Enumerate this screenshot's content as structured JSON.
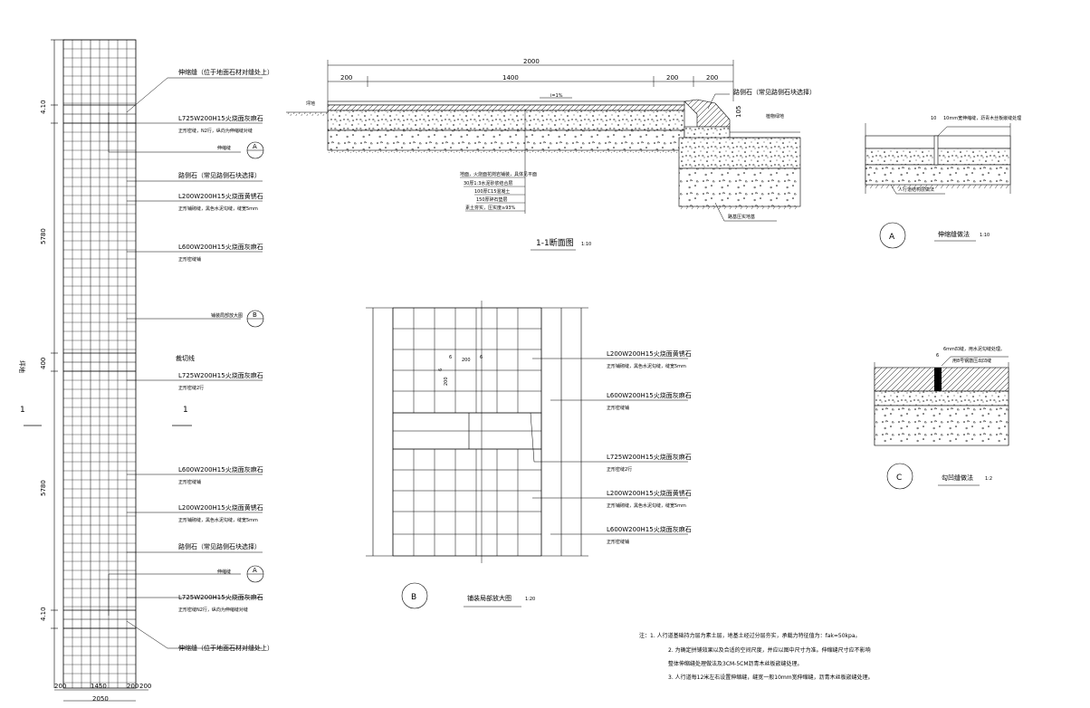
{
  "left_strip": {
    "side_label": "坪地",
    "section_mark_left": "1",
    "section_mark_right": "1",
    "label_yellow_stone": "裁切线",
    "vertical_dims": [
      "4.10",
      "5780",
      "400",
      "5780",
      "4.10"
    ],
    "bottom_dims_row1": [
      "200",
      "1450",
      "200",
      "200"
    ],
    "bottom_dims_row2": "2050",
    "callouts": [
      {
        "line1": "伸缩缝（位于地面石材对缝处上）",
        "line2": ""
      },
      {
        "line1": "L725W200H15火烧面灰麻石",
        "line2": "正形密缝，N2行，纵向为伸缩缝对缝"
      },
      {
        "line1": "路侧石（常见路侧石块选择）",
        "line2": ""
      },
      {
        "line1": "L200W200H15火烧面黄锈石",
        "line2": "正形铺砌缝，黑色水泥勾缝，缝宽5mm"
      },
      {
        "line1": "L600W200H15火烧面灰麻石",
        "line2": "正形密缝铺"
      },
      {
        "line1": "L725W200H15火烧面灰麻石",
        "line2": "正形密缝2行"
      },
      {
        "line1": "L600W200H15火烧面灰麻石",
        "line2": "正形密缝铺"
      },
      {
        "line1": "L200W200H15火烧面黄锈石",
        "line2": "正形铺砌缝，黑色水泥勾缝，缝宽5mm"
      },
      {
        "line1": "路侧石（常见路侧石块选择）",
        "line2": ""
      },
      {
        "line1": "L725W200H15火烧面灰麻石",
        "line2": "正形密缝N2行，纵向为伸缩缝对缝"
      },
      {
        "line1": "伸缩缝（位于地面石材对缝处上）",
        "line2": ""
      }
    ],
    "detail_A_top": {
      "letter": "A",
      "note": "伸缩缝"
    },
    "detail_B": {
      "letter": "B",
      "note": "铺装局部放大图"
    },
    "detail_A_bottom": {
      "letter": "A",
      "note": "伸缩缝"
    }
  },
  "section_1_1": {
    "total_dim": "2000",
    "sub_dims": [
      "200",
      "1400",
      "200",
      "200"
    ],
    "slope": "i=1%",
    "left_label": "坪地",
    "right_label": "路侧石（常见路侧石块选择）",
    "height_dim": "105",
    "grass_label": "植物绿地",
    "base_label": "路基压实地基",
    "layers": [
      "30厚1:3水泥砂浆结合层",
      "100厚C15混凝土",
      "150厚碎石垫层",
      "素土夯实，压实度≥93%"
    ],
    "layer_top": "地面，火烧面花岗岩铺装，具体见平面",
    "title": "1-1断面图",
    "scale": "1:10"
  },
  "detail_A": {
    "note": "10mm宽伸缩缝，沥青木丝板嵌缝处理",
    "dim": "10",
    "bottom_label": "人行道结构层做法",
    "letter": "A",
    "title": "伸缩缝做法",
    "scale": "1:10"
  },
  "detail_C": {
    "note_line1": "6mm凹缝，用水泥勾缝处理。",
    "note_line2": "用8号钢筋压出凹缝",
    "dim": "6",
    "letter": "C",
    "title": "勾凹缝做法",
    "scale": "1:2"
  },
  "detail_B_plan": {
    "dims": [
      "6",
      "200",
      "6",
      "200",
      "6"
    ],
    "callouts": [
      {
        "line1": "L200W200H15火烧面黄锈石",
        "line2": "正形铺砌缝，黑色水泥勾缝，缝宽5mm"
      },
      {
        "line1": "L600W200H15火烧面灰麻石",
        "line2": "正形密缝铺"
      },
      {
        "line1": "L725W200H15火烧面灰麻石",
        "line2": "正形密缝2行"
      },
      {
        "line1": "L200W200H15火烧面黄锈石",
        "line2": "正形铺砌缝，黑色水泥勾缝，缝宽5mm"
      },
      {
        "line1": "L600W200H15火烧面灰麻石",
        "line2": "正形密缝铺"
      }
    ],
    "letter": "B",
    "title": "铺装局部放大图",
    "scale": "1:20"
  },
  "notes": [
    "注：1. 人行道基础持力层为素土层，地基土经过分层夯实，承载力特征值为：fak=50kpa。",
    "2. 为确定拼铺效果以及合适的空间尺度，并应以图中尺寸为准。伸缩缝尺寸应不影响",
    "整体伸缩缝处理做法及3CM-5CM沥青木丝板嵌缝处理。",
    "3. 人行道每12米左右设置伸缩缝，缝宽一般10mm宽伸缩缝，沥青木丝板嵌缝处理。"
  ],
  "colors": {
    "line": "#000000",
    "paper": "#ffffff"
  }
}
